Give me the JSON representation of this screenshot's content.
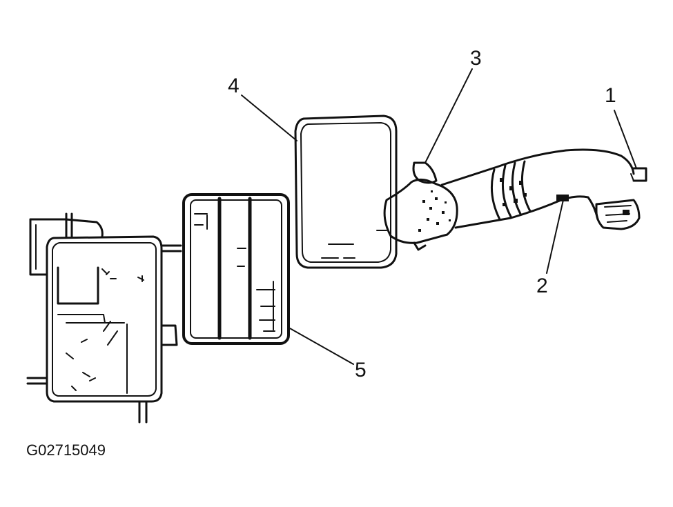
{
  "callouts": [
    {
      "id": "1",
      "label": "1"
    },
    {
      "id": "2",
      "label": "2"
    },
    {
      "id": "3",
      "label": "3"
    },
    {
      "id": "4",
      "label": "4"
    },
    {
      "id": "5",
      "label": "5"
    }
  ],
  "figure_id": "G02715049",
  "colors": {
    "ink": "#111111",
    "background": "#ffffff"
  }
}
